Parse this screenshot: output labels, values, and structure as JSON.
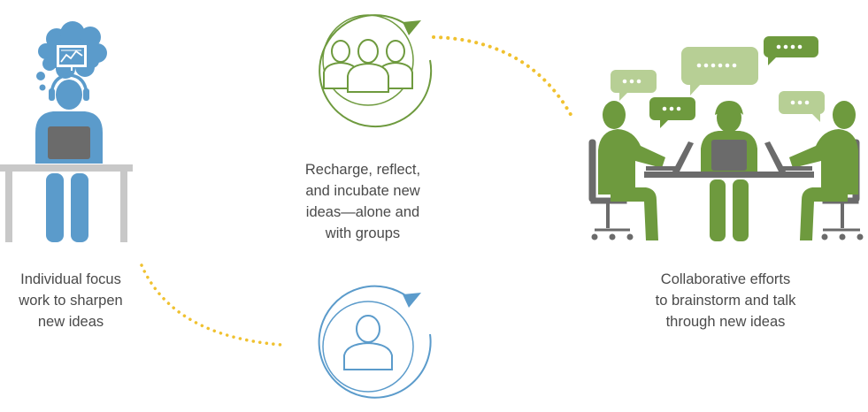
{
  "captions": {
    "individual": "Individual focus\nwork to sharpen\nnew ideas",
    "recharge": "Recharge, reflect,\nand incubate new\nideas—alone and\nwith groups",
    "collaborative": "Collaborative efforts\nto brainstorm and talk\nthrough new ideas"
  },
  "colors": {
    "blue": "#5b9bcb",
    "green": "#6e9a3e",
    "light_green": "#b7cf95",
    "gray_table": "#c8c8c8",
    "gray_laptop": "#6b6b6b",
    "dots": "#f0c12f",
    "text": "#4a4a4a"
  },
  "icons": {
    "individual": "person-at-desk-laptop-headphones-icon",
    "thought_cloud": "thought-cloud-chart-icon",
    "group_cycle": "group-refresh-cycle-icon",
    "person_cycle": "person-refresh-cycle-icon",
    "meeting": "team-meeting-table-icon",
    "speech_bubbles": "speech-bubble-icons"
  }
}
